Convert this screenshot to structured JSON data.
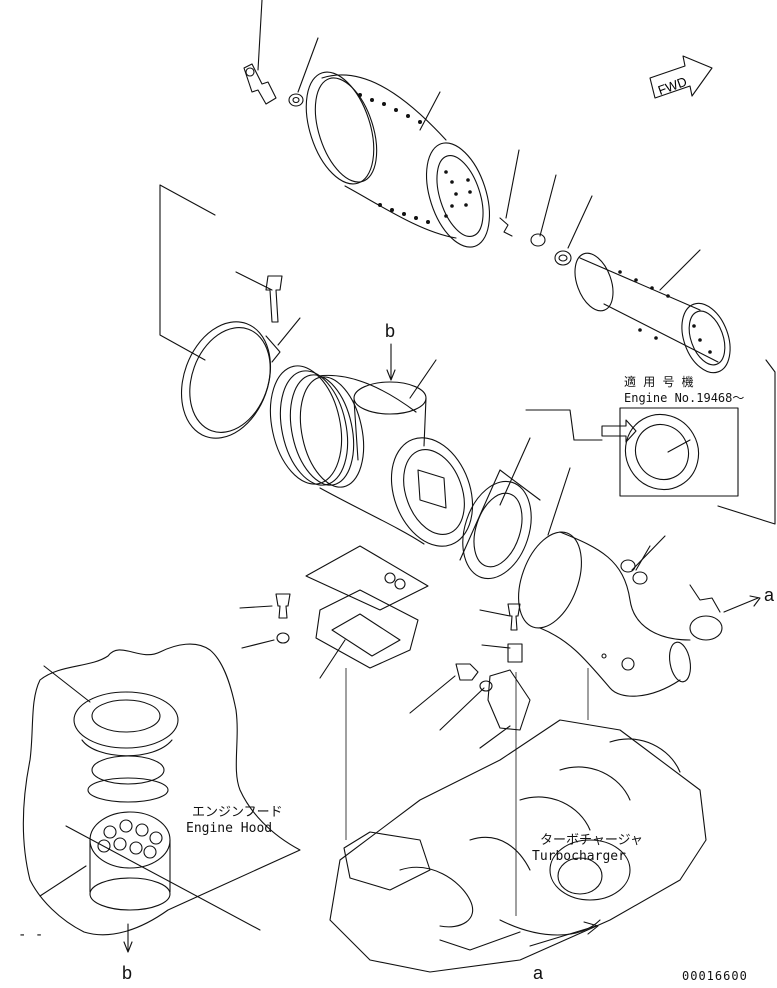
{
  "fwd_badge": "FWD",
  "serial_note": {
    "japanese": "適 用 号 機",
    "english": "Engine No.19468～"
  },
  "engine_hood": {
    "japanese": "エンジンフード",
    "english": "Engine Hood"
  },
  "turbocharger": {
    "japanese": "ターボチャージャ",
    "english": "Turbocharger"
  },
  "refs": {
    "a_right": "a",
    "a_bottom": "a",
    "b_top": "b",
    "b_bottom": "b",
    "dash": "- -"
  },
  "drawing_number": "00016600"
}
